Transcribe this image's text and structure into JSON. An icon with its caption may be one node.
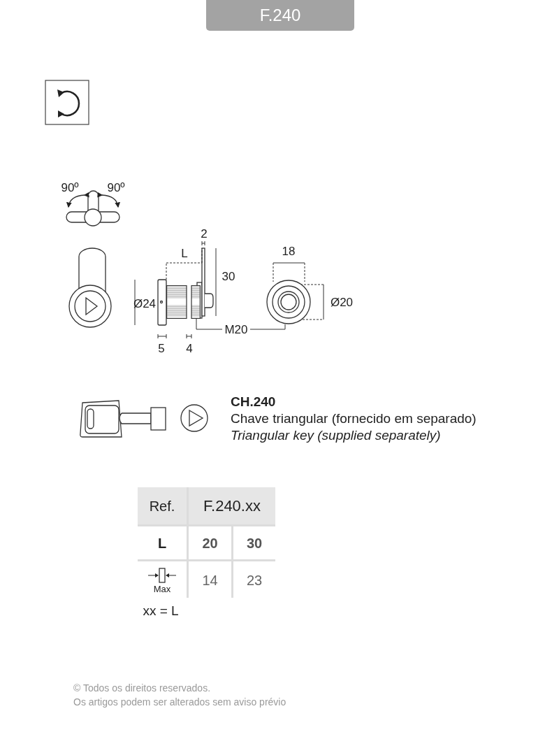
{
  "diagram": {
    "title": "F.240",
    "nodes": [
      {
        "text": [
          "M20"
        ]
      },
      {
        "text": [],
        "shape": "picture"
      },
      {
        "text": [],
        "shape": "picture"
      }
    ],
    "edges": [
      {
        "from": 0,
        "to": 1,
        "arrow": "none"
      },
      {
        "from": 0,
        "to": 2,
        "arrow": "none"
      }
    ],
    "labels": [
      "90º",
      "90º",
      "2",
      "L",
      "30",
      "18",
      "Ø24",
      "Ø20",
      "5",
      "4",
      "CH.240",
      "Chave triangular (fornecido em separado)",
      "Triangular key (supplied separately)",
      "Ref.",
      "F.240.xx",
      "L",
      "20",
      "30",
      "Max",
      "14",
      "23",
      "xx = L",
      "© Todos os direitos reservados.",
      "Os artigos podem ser alterados sem aviso prévio"
    ]
  }
}
